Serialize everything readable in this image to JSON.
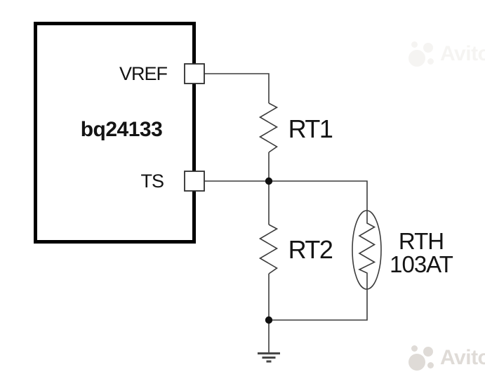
{
  "ic": {
    "label": "bq24133",
    "pins": {
      "vref": "VREF",
      "ts": "TS"
    }
  },
  "components": {
    "rt1": {
      "type": "resistor",
      "label": "RT1"
    },
    "rt2": {
      "type": "resistor",
      "label": "RT2"
    },
    "rth": {
      "type": "thermistor",
      "label_line1": "RTH",
      "label_line2": "103AT"
    }
  },
  "ground": {
    "type": "earth-ground-symbol"
  },
  "watermark": {
    "text": "Avito"
  },
  "colors": {
    "background": "#ffffff",
    "ic_border": "#000000",
    "wire": "#3c3c3c",
    "text": "#141414",
    "watermark": "#dcd8d3"
  }
}
